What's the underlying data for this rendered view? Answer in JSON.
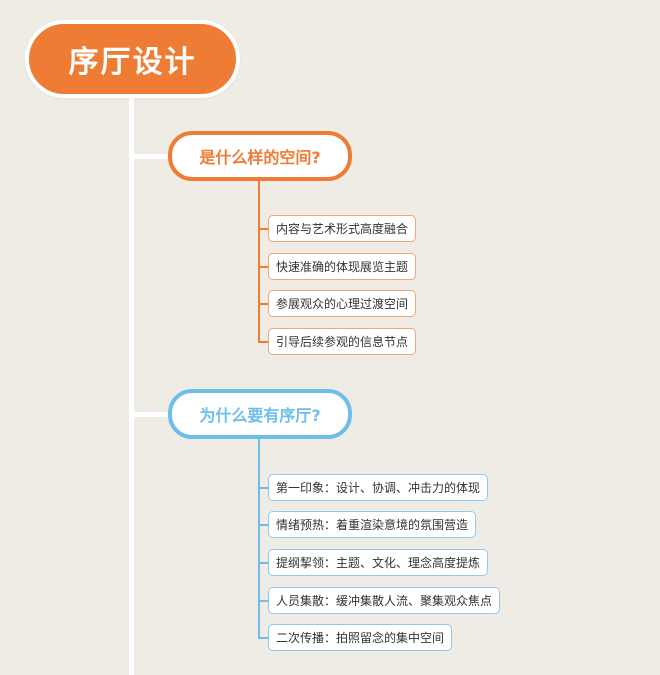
{
  "root": {
    "title": "序厅设计"
  },
  "branches": [
    {
      "title": "是什么样的空间?",
      "color": "#ee7c35",
      "items": [
        "内容与艺术形式高度融合",
        "快速准确的体现展览主题",
        "参展观众的心理过渡空间",
        "引导后续参观的信息节点"
      ]
    },
    {
      "title": "为什么要有序厅?",
      "color": "#6fbde9",
      "items": [
        "第一印象：设计、协调、冲击力的体现",
        "情绪预热：着重渲染意境的氛围营造",
        "提纲挈领：主题、文化、理念高度提炼",
        "人员集散：缓冲集散人流、聚集观众焦点",
        "二次传播：拍照留念的集中空间"
      ]
    }
  ]
}
